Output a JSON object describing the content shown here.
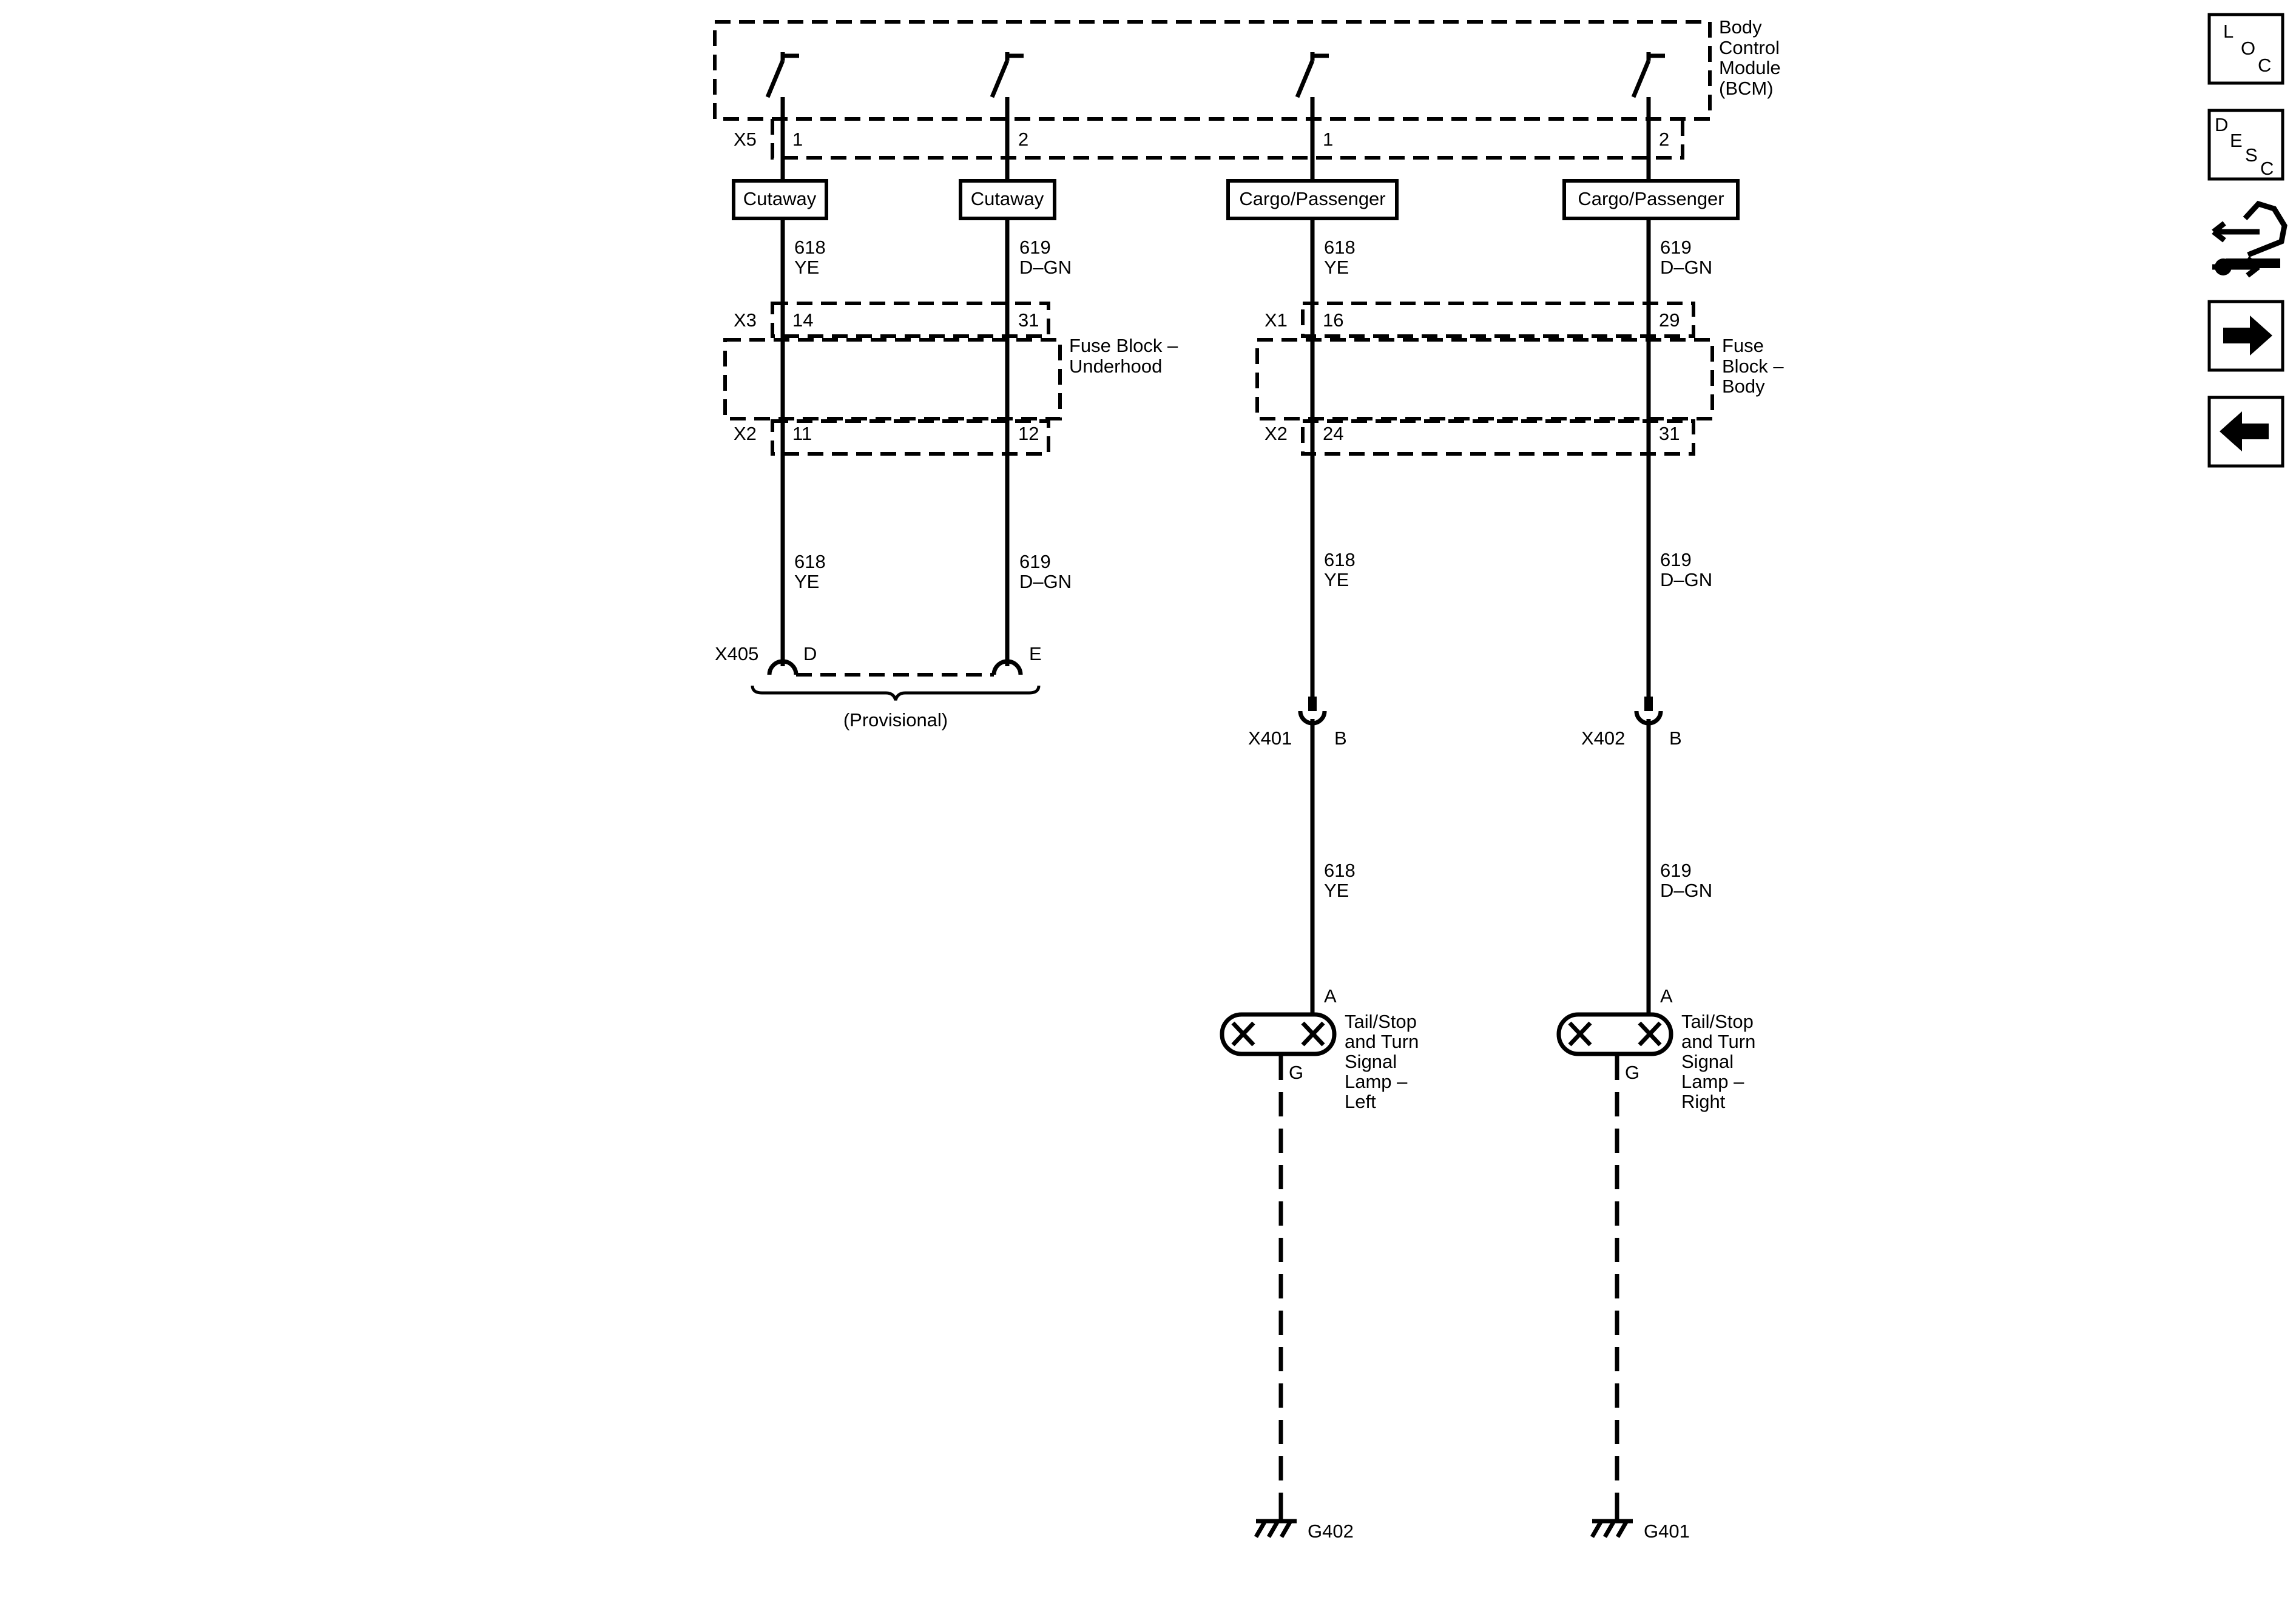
{
  "bcm": {
    "line1": "Body",
    "line2": "Control",
    "line3": "Module",
    "line4": "(BCM)"
  },
  "connectors": {
    "x5": "X5",
    "x3": "X3",
    "x2a": "X2",
    "x1": "X1",
    "x2b": "X2",
    "x405": "X405",
    "x401": "X401",
    "x402": "X402"
  },
  "pins": {
    "bcm_1a": "1",
    "bcm_2a": "2",
    "bcm_1b": "1",
    "bcm_2b": "2",
    "fu_top_1": "14",
    "fu_top_2": "31",
    "fu_bot_1": "11",
    "fu_bot_2": "12",
    "fb_top_1": "16",
    "fb_top_2": "29",
    "fb_bot_1": "24",
    "fb_bot_2": "31",
    "x405_d": "D",
    "x405_e": "E",
    "x401_b": "B",
    "x402_b": "B",
    "lamp_l_a": "A",
    "lamp_l_g": "G",
    "lamp_r_a": "A",
    "lamp_r_g": "G"
  },
  "options": {
    "cutaway": "Cutaway",
    "cargo": "Cargo/Passenger"
  },
  "wires": {
    "c618": "618",
    "c619": "619",
    "ye": "YE",
    "dgn": "D–GN"
  },
  "fuse_underhood": {
    "line1": "Fuse Block –",
    "line2": "Underhood"
  },
  "fuse_body": {
    "line1": "Fuse",
    "line2": "Block –",
    "line3": "Body"
  },
  "provisional": "(Provisional)",
  "lamp_left": {
    "l1": "Tail/Stop",
    "l2": "and Turn",
    "l3": "Signal",
    "l4": "Lamp –",
    "l5": "Left"
  },
  "lamp_right": {
    "l1": "Tail/Stop",
    "l2": "and Turn",
    "l3": "Signal",
    "l4": "Lamp –",
    "l5": "Right"
  },
  "grounds": {
    "g402": "G402",
    "g401": "G401"
  },
  "nav": {
    "loc": {
      "l": "L",
      "o": "O",
      "c": "C"
    },
    "desc": {
      "d": "D",
      "e": "E",
      "s": "S",
      "c": "C"
    },
    "icons": [
      "location-view-icon",
      "description-view-icon",
      "connector-repair-icon",
      "next-page-arrow-icon",
      "previous-page-arrow-icon"
    ]
  }
}
